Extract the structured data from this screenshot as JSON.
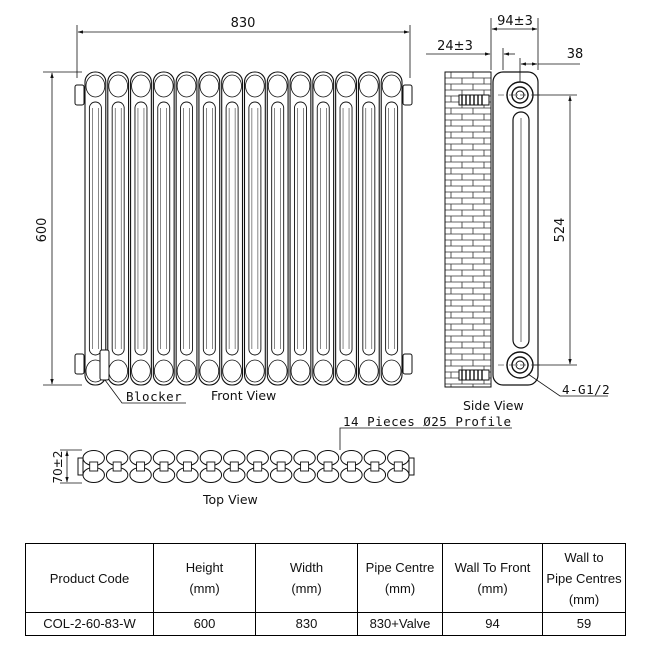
{
  "dimensions": {
    "width": "830",
    "height": "600",
    "depth": "94±3",
    "wall_gap": "24±3",
    "top_offset": "38",
    "pipe_centres": "524",
    "top_depth": "70±2"
  },
  "labels": {
    "blocker": "Blocker",
    "front_view": "Front View",
    "side_view": "Side View",
    "top_view": "Top View",
    "profile": "14 Pieces Ø25 Profile",
    "connection": "4-G1/2"
  },
  "front_view": {
    "column_count": 14
  },
  "table": {
    "headers": [
      "Product Code",
      "Height\n(mm)",
      "Width\n(mm)",
      "Pipe Centre\n(mm)",
      "Wall To Front\n(mm)",
      "Wall to\nPipe Centres\n(mm)"
    ],
    "rows": [
      [
        "COL-2-60-83-W",
        "600",
        "830",
        "830+Valve",
        "94",
        "59"
      ]
    ]
  }
}
